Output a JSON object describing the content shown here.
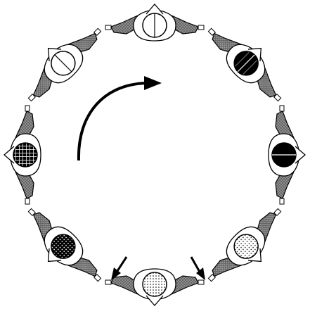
{
  "diagram": {
    "description_text": "",
    "dancer_count": 8,
    "rotation_direction": "clockwise",
    "colors": {
      "stroke": "#000000",
      "background": "#ffffff",
      "arm_fill": "#9a9a9a",
      "dark_head": "#000000",
      "light_head": "#ffffff"
    },
    "dancers": [
      {
        "id": "top",
        "head": "light-plain",
        "hand": "left-right"
      },
      {
        "id": "top-right",
        "head": "black-hatched",
        "hand": "left-right"
      },
      {
        "id": "right",
        "head": "black-plain",
        "hand": "left-right"
      },
      {
        "id": "bottom-right",
        "head": "dotted",
        "hand": "left-right"
      },
      {
        "id": "bottom",
        "head": "dotted-light",
        "hand": "left-right"
      },
      {
        "id": "bottom-left",
        "head": "black-dotted",
        "hand": "left-right"
      },
      {
        "id": "left",
        "head": "black-dotted-grid",
        "hand": "left-right"
      },
      {
        "id": "top-left",
        "head": "light-plain",
        "hand": "left-right"
      }
    ],
    "arrows": [
      {
        "id": "rotation-arrow",
        "type": "curved"
      },
      {
        "id": "step-arrow-left",
        "type": "straight"
      },
      {
        "id": "step-arrow-right",
        "type": "straight"
      }
    ]
  }
}
